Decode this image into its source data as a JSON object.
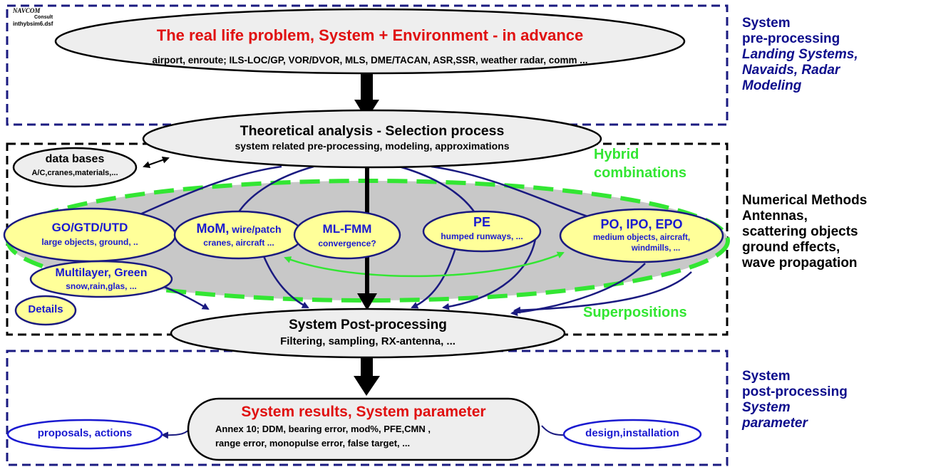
{
  "logo": {
    "brand": "NAVCOM",
    "sub": "Consult",
    "file": "inthybsim6.dsf"
  },
  "colors": {
    "frame_blue": "#1a1a80",
    "ellipse_gray": "#eeeeee",
    "gray_fill": "#c8c8c8",
    "yellow": "#ffff99",
    "title_red": "#e01010",
    "text_blue": "#1a1ad0",
    "hybrid_green": "#33e633",
    "arrow_navy": "#1a1a80"
  },
  "top": {
    "title": "The real life problem, System + Environment   -   in advance",
    "subtitle": "airport, enroute; ILS-LOC/GP, VOR/DVOR, MLS, DME/TACAN, ASR,SSR, weather radar, comm ..."
  },
  "theory": {
    "title": "Theoretical analysis -  Selection process",
    "subtitle": "system related pre-processing, modeling, approximations"
  },
  "databases": {
    "title": "data bases",
    "subtitle": "A/C,cranes,materials,..."
  },
  "hybrid": {
    "line1": "Hybrid",
    "line2": "combinations",
    "superpositions": "Superpositions"
  },
  "methods": {
    "go": {
      "title": "GO/GTD/UTD",
      "sub": "large objects, ground, .."
    },
    "mom": {
      "title1": "MoM,",
      "title2": " wire/patch",
      "sub": "cranes, aircraft ..."
    },
    "mlfmm": {
      "title": "ML-FMM",
      "sub": "convergence?"
    },
    "pe": {
      "title": "PE",
      "sub": "humped runways, ..."
    },
    "po": {
      "title": "PO, IPO, EPO",
      "sub1": "medium objects, aircraft,",
      "sub2": "windmills,  ..."
    },
    "multilayer": {
      "title": "Multilayer, Green",
      "sub": "snow,rain,glas, ..."
    },
    "details": {
      "title": "Details"
    }
  },
  "post": {
    "title": "System Post-processing",
    "subtitle": "Filtering, sampling, RX-antenna, ..."
  },
  "results": {
    "title": "System results, System parameter",
    "line1": "Annex 10; DDM, bearing error, mod%, PFE,CMN ,",
    "line2": "range error, monopulse error, false target,  ..."
  },
  "proposals": {
    "label": "proposals, actions"
  },
  "design": {
    "label": "design,installation"
  },
  "side": {
    "pre": {
      "line1": "System",
      "line2": "pre-processing",
      "line3": "Landing Systems,",
      "line4": "Navaids, Radar",
      "line5": "Modeling"
    },
    "num": {
      "line1": "Numerical Methods",
      "line2": "Antennas,",
      "line3": "scattering objects",
      "line4": "ground effects,",
      "line5": "wave propagation"
    },
    "postp": {
      "line1": "System",
      "line2": "post-processing",
      "line3": "System",
      "line4": "parameter"
    }
  }
}
